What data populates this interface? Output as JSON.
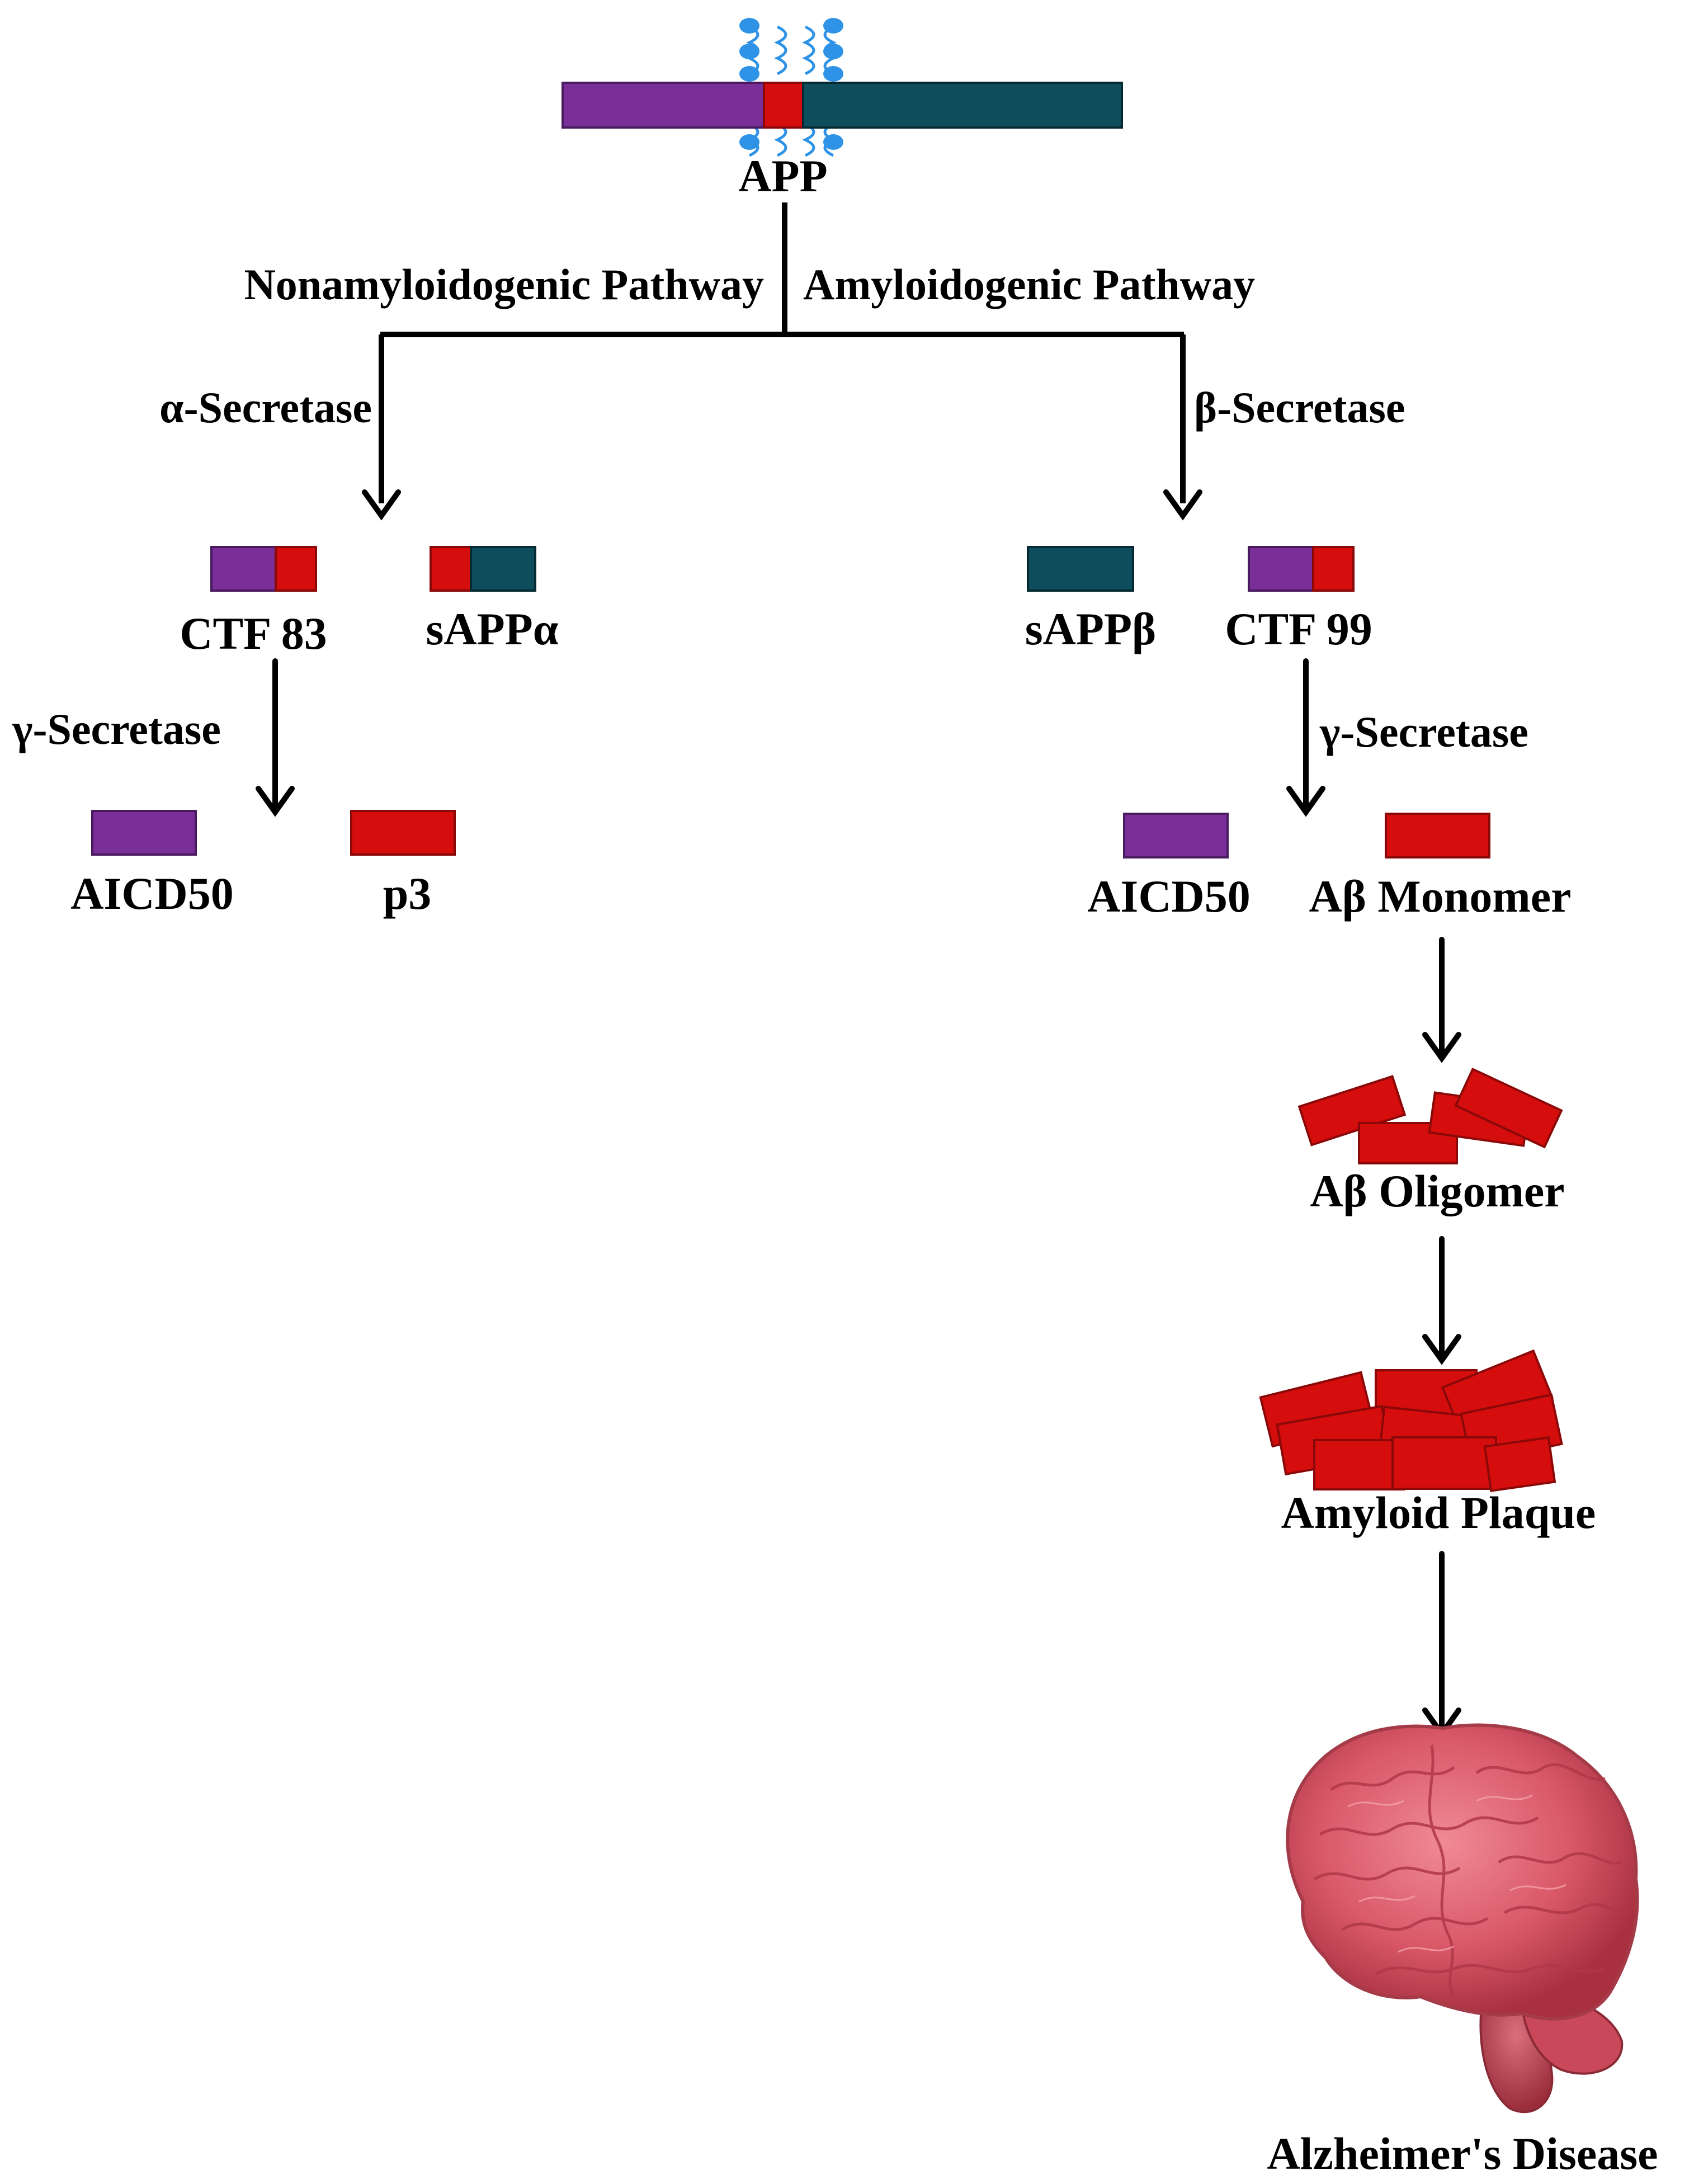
{
  "colors": {
    "purple": "#7a2f98",
    "red": "#d50d0d",
    "teal": "#0d4d5c",
    "lipid": "#2e93e6",
    "line": "#000000",
    "brain": "#d95868"
  },
  "labels": {
    "app": "APP",
    "nonamyloid": "Nonamyloidogenic Pathway",
    "amyloid": "Amyloidogenic Pathway",
    "alpha_secretase": "α-Secretase",
    "beta_secretase": "β-Secretase",
    "ctf83": "CTF 83",
    "sappa": "sAPPα",
    "sappb": "sAPPβ",
    "ctf99": "CTF 99",
    "gamma_secretase_left": "γ-Secretase",
    "gamma_secretase_right": "γ-Secretase",
    "aicd50_left": "AICD50",
    "p3": "p3",
    "aicd50_right": "AICD50",
    "ab_monomer": "Aβ Monomer",
    "ab_oligomer": "Aβ Oligomer",
    "amyloid_plaque": "Amyloid Plaque",
    "alzheimers": "Alzheimer's Disease"
  }
}
